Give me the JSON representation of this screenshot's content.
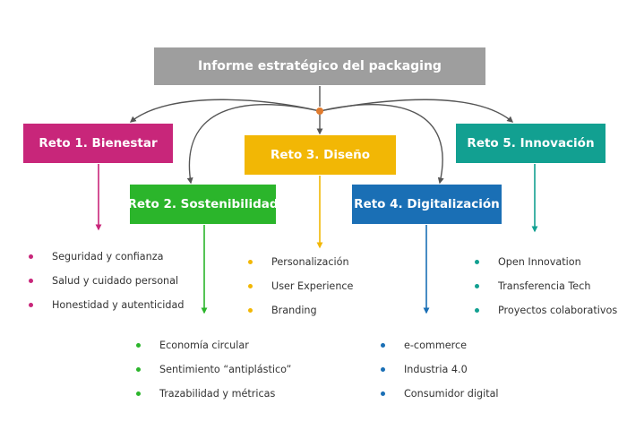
{
  "root": {
    "label": "Informe estratégico del packaging",
    "color": "#9e9e9e"
  },
  "retos": [
    {
      "label": "Reto 1. Bienestar",
      "color": "#c8267a",
      "items": [
        "Seguridad y confianza",
        "Salud y cuidado personal",
        "Honestidad y autenticidad"
      ]
    },
    {
      "label": "Reto 2. Sostenibilidad",
      "color": "#2bb52b",
      "items": [
        "Economía circular",
        "Sentimiento “antiplástico”",
        "Trazabilidad y métricas"
      ]
    },
    {
      "label": "Reto 3. Diseño",
      "color": "#f2b705",
      "items": [
        "Personalización",
        "User Experience",
        "Branding"
      ]
    },
    {
      "label": "Reto 4. Digitalización",
      "color": "#1a6fb5",
      "items": [
        "e-commerce",
        "Industria 4.0",
        "Consumidor digital"
      ]
    },
    {
      "label": "Reto 5. Innovación",
      "color": "#12a091",
      "items": [
        "Open Innovation",
        "Transferencia Tech",
        "Proyectos colaborativos"
      ]
    }
  ],
  "connector_color": "#555555",
  "hub_color": "#e07b2e"
}
